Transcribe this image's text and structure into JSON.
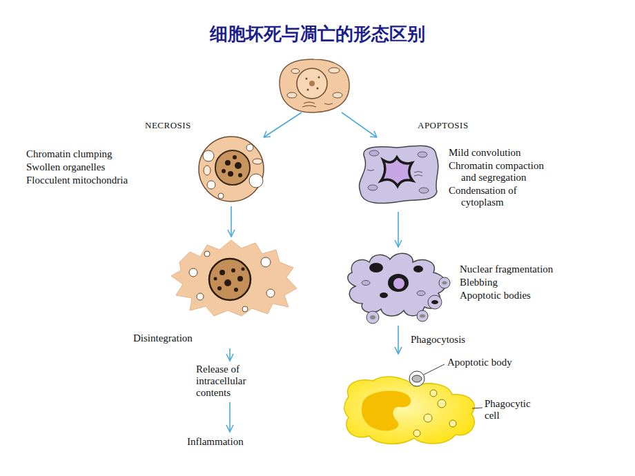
{
  "diagram": {
    "title": "细胞坏死与凋亡的形态区别",
    "nodes": [
      {
        "text": [
          "Chromatin clumping",
          "Swollen organelles",
          "Flocculent mitochondria"
        ]
      },
      {
        "text": [
          "Disintegration"
        ]
      },
      {
        "text": [
          "Release of intracellular contents"
        ]
      },
      {
        "text": [
          "Inflammation"
        ]
      },
      {
        "text": [
          "Mild convolution",
          "Chromatin compaction and segregation",
          "Condensation of cytoplasm"
        ]
      },
      {
        "text": [
          "Nuclear fragmentation",
          "Blebbing",
          "Apoptotic bodies"
        ]
      },
      {
        "text": [
          "Apoptotic body",
          "Phagocytic cell"
        ]
      }
    ],
    "edges": [
      {
        "from": 0,
        "to": 1,
        "arrow": "to"
      },
      {
        "from": 1,
        "to": 2,
        "arrow": "to"
      },
      {
        "from": 2,
        "to": 3,
        "arrow": "to"
      },
      {
        "from": 4,
        "to": 5,
        "arrow": "to"
      },
      {
        "from": 5,
        "to": 6,
        "label": "Phagocytosis",
        "arrow": "to"
      }
    ],
    "labels": [
      "NECROSIS",
      "APOPTOSIS"
    ]
  }
}
